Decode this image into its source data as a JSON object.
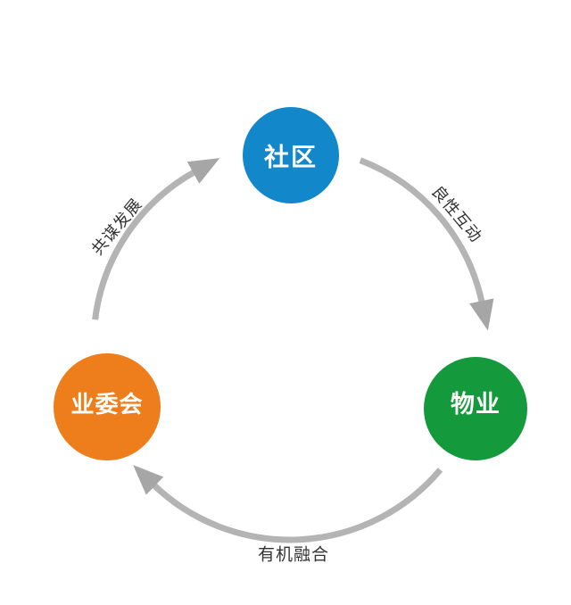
{
  "diagram": {
    "type": "circular-cycle",
    "nodes": {
      "community": {
        "label": "社区",
        "color": "#1287c9"
      },
      "property": {
        "label": "物业",
        "color": "#149a3c"
      },
      "committee": {
        "label": "业委会",
        "color": "#ee7e1c"
      }
    },
    "edges": {
      "committee_to_community": {
        "from": "业委会",
        "to": "社区",
        "label": "共谋发展"
      },
      "community_to_property": {
        "from": "社区",
        "to": "物业",
        "label": "良性互动"
      },
      "property_to_committee": {
        "from": "物业",
        "to": "业委会",
        "label": "有机融合"
      }
    },
    "colors": {
      "background": "#ffffff",
      "arc": "#b4b4b4",
      "arrow": "#a6a6a6",
      "edge_label": "#333333",
      "node_text": "#ffffff"
    }
  }
}
